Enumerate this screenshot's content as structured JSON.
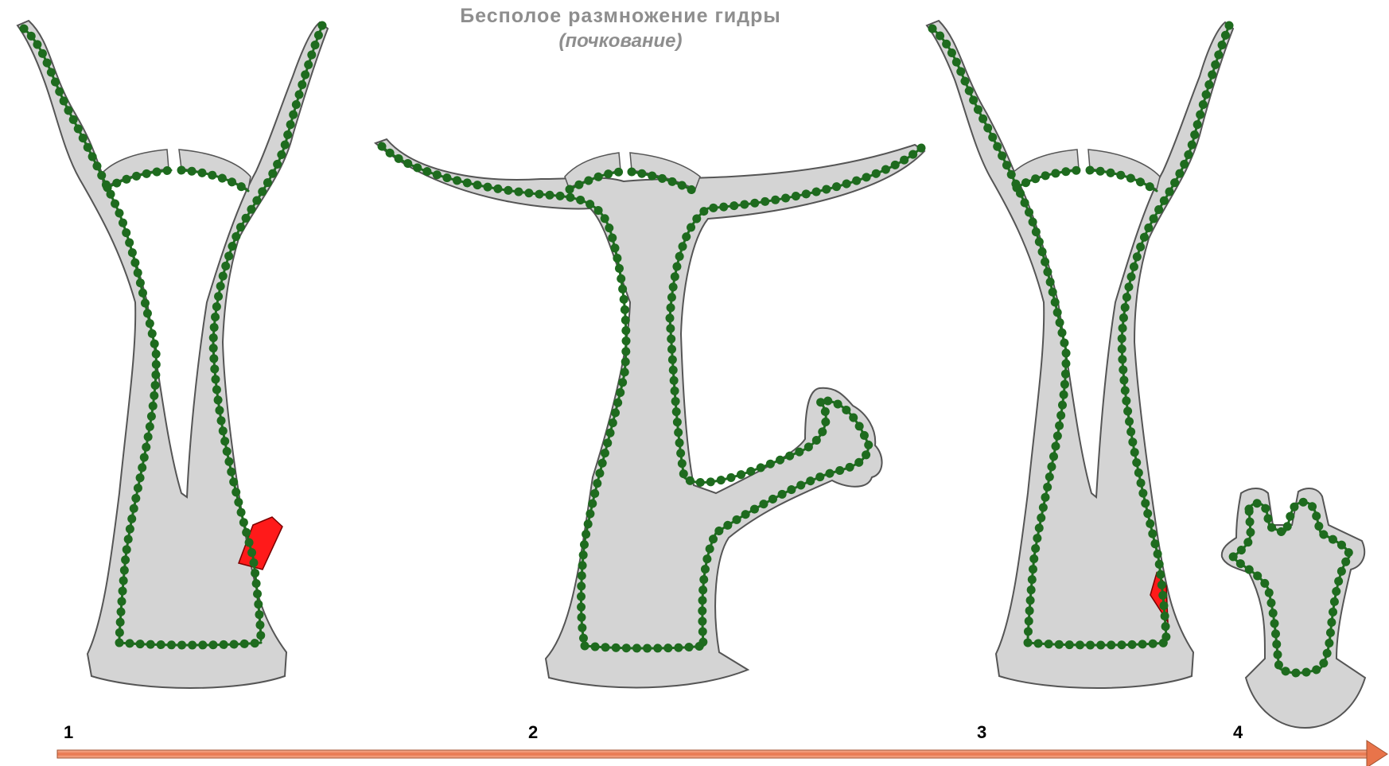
{
  "title": "Бесполое размножение гидры",
  "subtitle": "(почкование)",
  "stages": [
    "1",
    "2",
    "3",
    "4"
  ],
  "colors": {
    "body": "#d4d4d4",
    "outline": "#555555",
    "cells": "#1e6b1e",
    "bud": "#ff1a1a",
    "arrow": "#f0906a",
    "text": "#8e8e8e"
  },
  "icons": {
    "timeline": "right-arrow-icon"
  }
}
